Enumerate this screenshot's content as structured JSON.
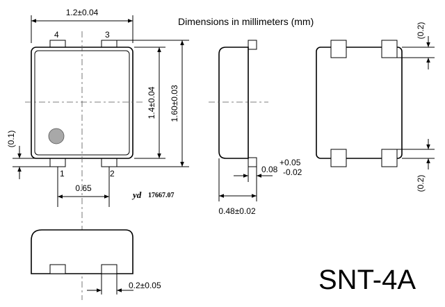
{
  "header": {
    "units_note": "Dimensions in millimeters (mm)",
    "package_name": "SNT-4A"
  },
  "brand": {
    "logo": "yd",
    "code": "17667.07"
  },
  "top_view": {
    "pins": [
      "4",
      "3",
      "1",
      "2"
    ],
    "dimensions": {
      "body_width": "1.2±0.04",
      "body_height": "1.4±0.04",
      "overall_height": "1.60±0.03",
      "pin_pitch": "0.65",
      "pin_protrusion": "(0.1)"
    }
  },
  "side_view": {
    "dimensions": {
      "thickness": "0.48±0.02",
      "lead_thickness": "0.08",
      "tol_plus": "+0.05",
      "tol_minus": "-0.02"
    }
  },
  "bottom_view": {
    "dimensions": {
      "pad_top": "(0.2)",
      "pad_bottom": "(0.2)"
    }
  },
  "front_view": {
    "dimensions": {
      "lead_width": "0.2±0.05"
    }
  }
}
